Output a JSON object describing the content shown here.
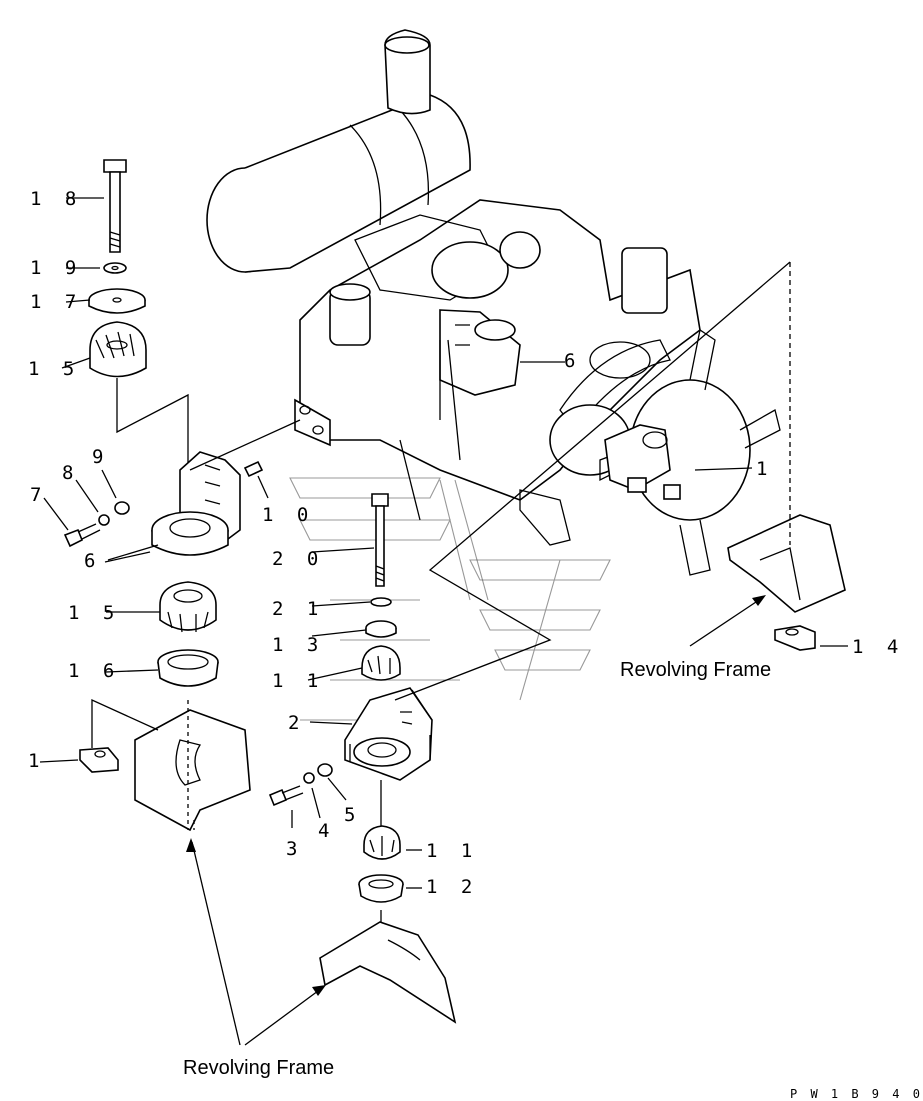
{
  "callouts": [
    {
      "id": "c18",
      "text": "1 8"
    },
    {
      "id": "c19",
      "text": "1 9"
    },
    {
      "id": "c17",
      "text": "1 7"
    },
    {
      "id": "c15a",
      "text": "1 5"
    },
    {
      "id": "c9",
      "text": "9"
    },
    {
      "id": "c8",
      "text": "8"
    },
    {
      "id": "c7",
      "text": "7"
    },
    {
      "id": "c6a",
      "text": "6"
    },
    {
      "id": "c6b",
      "text": "6"
    },
    {
      "id": "c10",
      "text": "1 0"
    },
    {
      "id": "c20",
      "text": "2 0"
    },
    {
      "id": "c21",
      "text": "2 1"
    },
    {
      "id": "c13",
      "text": "1 3"
    },
    {
      "id": "c11a",
      "text": "1 1"
    },
    {
      "id": "c2",
      "text": "2"
    },
    {
      "id": "c15b",
      "text": "1 5"
    },
    {
      "id": "c16",
      "text": "1 6"
    },
    {
      "id": "c14a",
      "text": "1 4"
    },
    {
      "id": "c14b",
      "text": "1"
    },
    {
      "id": "c1",
      "text": "1"
    },
    {
      "id": "c3",
      "text": "3"
    },
    {
      "id": "c4",
      "text": "4"
    },
    {
      "id": "c5",
      "text": "5"
    },
    {
      "id": "c11b",
      "text": "1 1"
    },
    {
      "id": "c12",
      "text": "1 2"
    }
  ],
  "frame_labels": {
    "right": "Revolving Frame",
    "bottom": "Revolving Frame"
  },
  "drawing_code": "P W 1 B 9 4 0"
}
